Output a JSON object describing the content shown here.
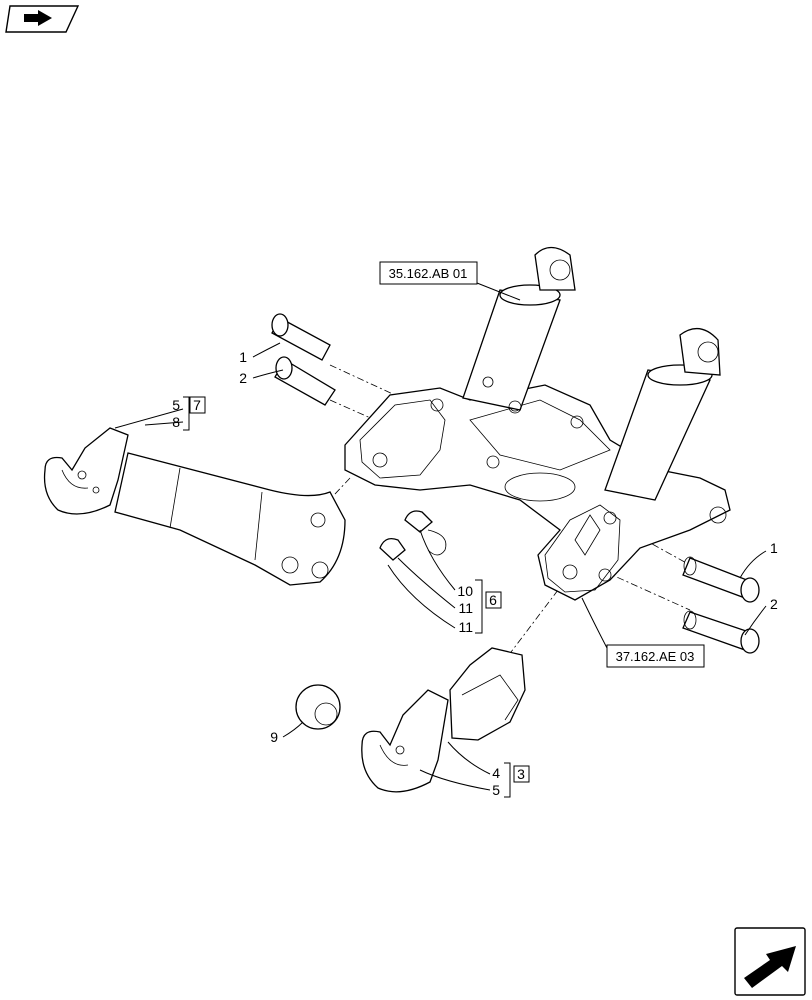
{
  "references": {
    "top": "35.162.AB 01",
    "bottom": "37.162.AE 03"
  },
  "callouts": {
    "left_pin_1": "1",
    "left_pin_2": "2",
    "right_pin_1": "1",
    "right_pin_2": "2",
    "left_hook_5": "5",
    "left_hook_8": "8",
    "left_group_box": "7",
    "linch_10": "10",
    "linch_11a": "11",
    "linch_11b": "11",
    "linch_group_box": "6",
    "ball_9": "9",
    "hook_4": "4",
    "hook_5": "5",
    "hook_group_box": "3"
  },
  "icons": {
    "top_left": "book-arrow-icon",
    "bottom_right": "next-page-arrow-icon"
  }
}
